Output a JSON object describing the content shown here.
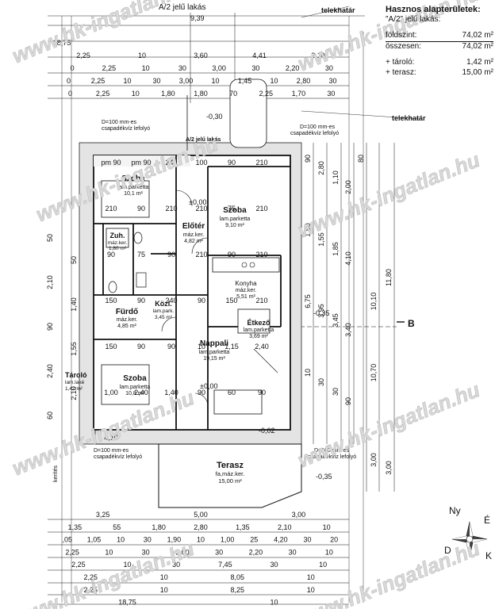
{
  "header": {
    "unit_title": "A/2 jelű lakás",
    "total_width": "9,39",
    "boundary_top": "telekhatár",
    "boundary_right": "telekhatár"
  },
  "summary": {
    "title": "Hasznos alapterületek:",
    "subtitle": "\"A/2\" jelű lakás:",
    "rows": [
      {
        "label": "földszint:",
        "value": "74,02 m²"
      },
      {
        "label": "összesen:",
        "value": "74,02 m²"
      },
      {
        "label": "+ tároló:",
        "value": "1,42 m²"
      },
      {
        "label": "+ terasz:",
        "value": "15,00 m²"
      }
    ]
  },
  "rooms": [
    {
      "name": "Szoba",
      "floor": "lam.parketta",
      "area": "9,10 m²"
    },
    {
      "name": "Előtér",
      "floor": "máz.ker.",
      "area": "4,82 m²"
    },
    {
      "name": "Szoba",
      "floor": "lam.parketta",
      "area": "10,1 m²"
    },
    {
      "name": "Zuh.",
      "floor": "máz.ker.",
      "area": "1,80 m²"
    },
    {
      "name": "Fürdő",
      "floor": "máz.ker.",
      "area": "4,85 m²"
    },
    {
      "name": "Közl.",
      "floor": "lam.park.",
      "area": "3,45 m²"
    },
    {
      "name": "Konyha",
      "floor": "máz.ker.",
      "area": "5,51 m²"
    },
    {
      "name": "Étkező",
      "floor": "lam.parketta",
      "area": "3,69 m²"
    },
    {
      "name": "Nappali",
      "floor": "lam.parketta",
      "area": "19,15 m²"
    },
    {
      "name": "Szoba",
      "floor": "lam.parketta",
      "area": "10,8 m²"
    },
    {
      "name": "Tároló",
      "floor": "lam.laké",
      "area": "1,42 m²"
    },
    {
      "name": "Terasz",
      "floor": "fa,máz.ker.",
      "area": "15,00 m²"
    }
  ],
  "notes": {
    "drain_top_left": [
      "D=100 mm-es",
      "csapadékvíz lefolyó"
    ],
    "drain_top_right": [
      "D=100 mm-es",
      "csapadékvíz lefolyó"
    ],
    "drain_bottom_left": [
      "D=100 mm-es",
      "csapadékvíz lefolyó"
    ],
    "drain_bottom_right": [
      "D=100 mm-es",
      "csapadékvíz lefolyó"
    ],
    "fence": "kerítés",
    "unit_tag": "A/2 jelű lakás",
    "section_mark": "B",
    "level_top": "-0,30",
    "level_right": "-0,35",
    "level_bottom_mid": "-0,02",
    "level_bottom_right": "-0,35",
    "level_zero_1": "±0,00",
    "level_zero_2": "±0,00"
  },
  "compass": [
    "Ny",
    "É",
    "K",
    "D"
  ],
  "watermark": "www.hk-ingatlan.hu",
  "dims_top": [
    [
      "18,75"
    ],
    [
      "2,25",
      "10",
      "3,60",
      "4,41",
      "3,10"
    ],
    [
      "0",
      "2,25",
      "10",
      "30",
      "3,00",
      "30",
      "2,20",
      "30"
    ],
    [
      "0",
      "2,25",
      "10",
      "30",
      "3,00",
      "10",
      "1,45",
      "10",
      "2,80",
      "30"
    ],
    [
      "0",
      "2,25",
      "10",
      "1,80",
      "1,80",
      "70",
      "2,25",
      "1,70",
      "30"
    ]
  ],
  "dims_bottom": [
    [
      "3,25",
      "5,00",
      "3,00"
    ],
    [
      "1,35",
      "55",
      "1,80",
      "2,80",
      "1,35",
      "2,10",
      "10"
    ],
    [
      ",05",
      "1,05",
      "10",
      "30",
      "1,90",
      "10",
      "1,00",
      "25",
      "4,20",
      "30",
      "20"
    ],
    [
      "2,25",
      "10",
      "30",
      "3,00",
      "30",
      "2,20",
      "30",
      "10"
    ],
    [
      "2,25",
      "10",
      "30",
      "7,45",
      "30",
      "10"
    ],
    [
      "2,25",
      "10",
      "8,05",
      "10"
    ],
    [
      "2,25",
      "10",
      "8,25",
      "10"
    ],
    [
      "18,75",
      "10"
    ]
  ],
  "dims_right_inner": [
    "90",
    "2,80",
    "1,10",
    "2,00",
    "1,50",
    "1,55",
    "1,85",
    "4,10",
    "6,75",
    "3,95",
    "3,45",
    "3,40",
    "10",
    "30",
    "30",
    "90"
  ],
  "dims_right_outer": [
    "80",
    "10,10",
    "10,70",
    "11,80",
    "3,00",
    "3,00"
  ],
  "dims_inner": [
    "pm 90",
    "pm 90",
    "240",
    "100",
    "90",
    "210",
    "210",
    "90",
    "210",
    "210",
    "75",
    "210",
    "90",
    "75",
    "90",
    "210",
    "90",
    "210",
    "150",
    "90",
    "240",
    "90",
    "150",
    "210",
    "150",
    "90",
    "90",
    "10",
    "1,15",
    "2,40",
    "1,00",
    "2,40",
    "1,40",
    "90",
    "60",
    "90",
    "4,10"
  ],
  "dims_left": [
    "50",
    "50",
    "2,10",
    "1,40",
    "90",
    "1,55",
    "2,40",
    "2,10",
    "60"
  ]
}
